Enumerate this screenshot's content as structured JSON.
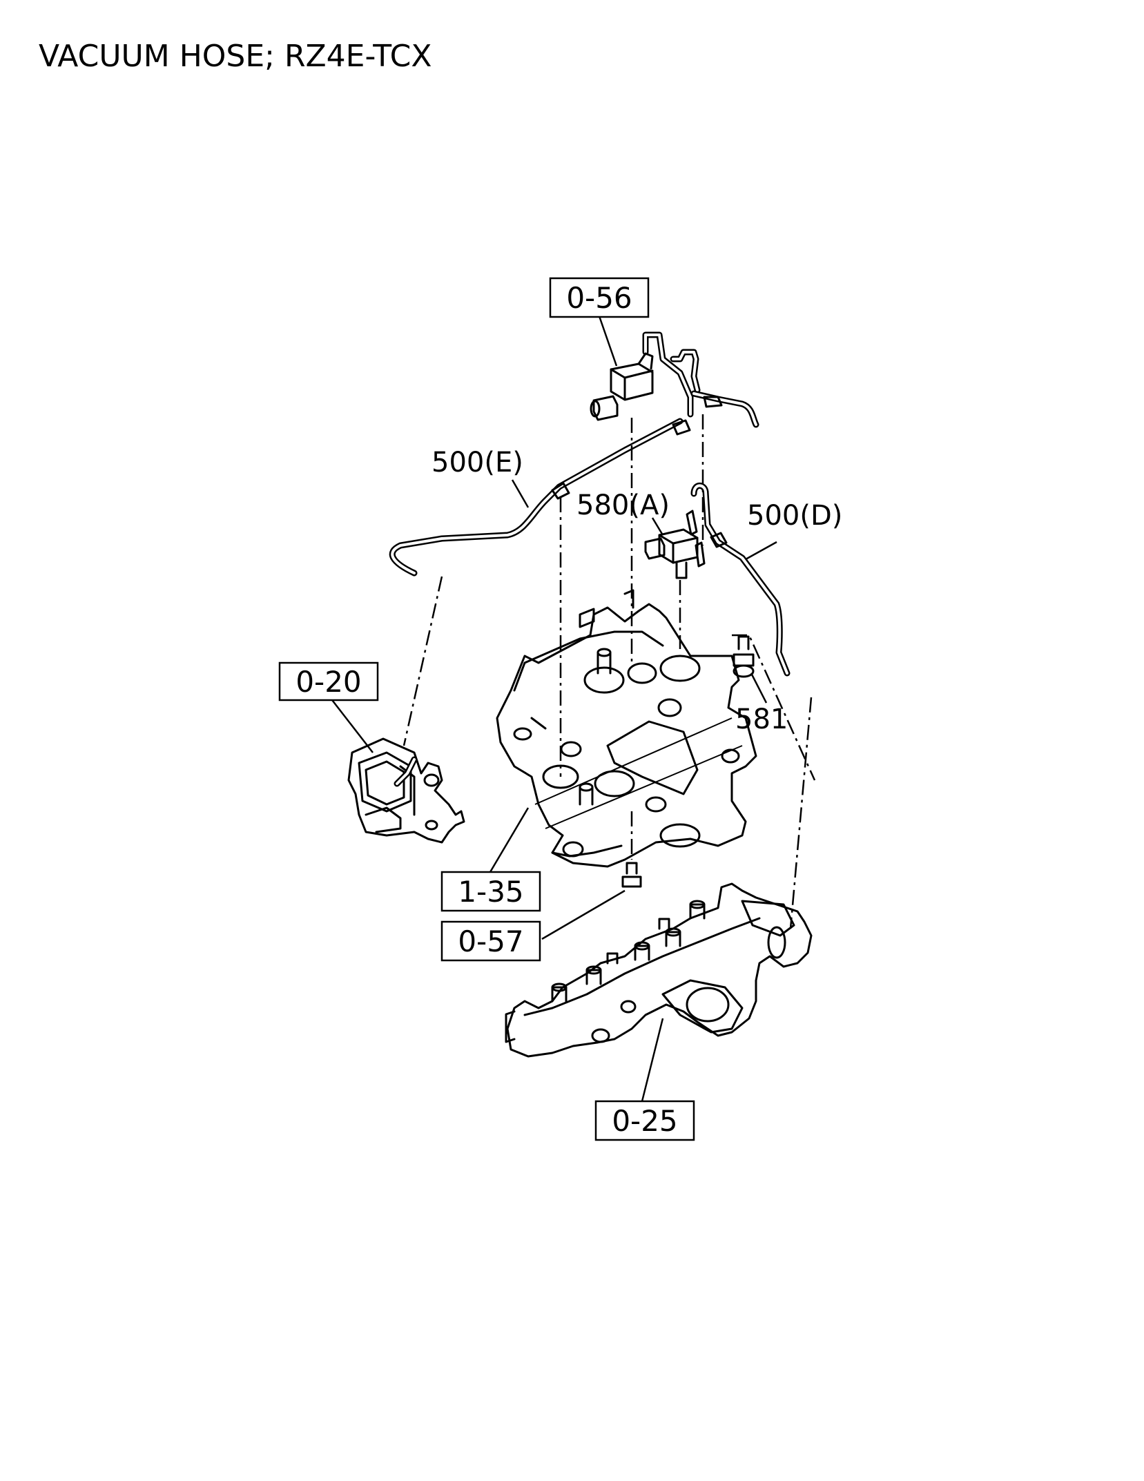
{
  "title": "VACUUM HOSE; RZ4E-TCX",
  "refs": {
    "r056": "0-56",
    "r020": "0-20",
    "r135": "1-35",
    "r057": "0-57",
    "r025": "0-25"
  },
  "parts": {
    "p500e": "500(E)",
    "p580a": "580(A)",
    "p500d": "500(D)",
    "p581": "581"
  }
}
